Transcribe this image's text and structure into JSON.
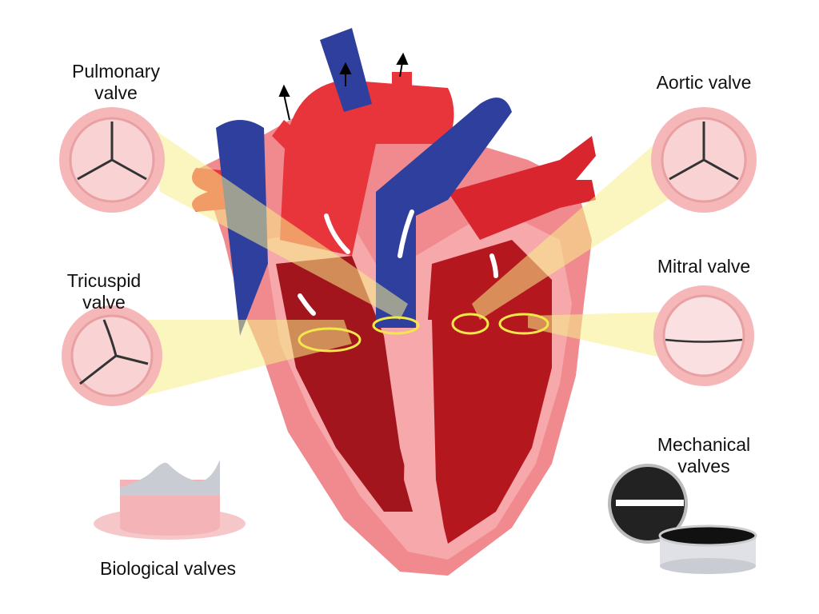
{
  "labels": {
    "pulmonary": [
      "Pulmonary",
      "valve"
    ],
    "aortic": "Aortic valve",
    "tricuspid": [
      "Tricuspid",
      "valve"
    ],
    "mitral": "Mitral valve",
    "mechanical": [
      "Mechanical",
      "valves"
    ],
    "biological": "Biological valves"
  },
  "colors": {
    "artery_red": "#e8353c",
    "vein_blue": "#2f3f9e",
    "chamber_dark": "#a3151c",
    "wall_pink": "#f4a3a6",
    "highlight_yellow": "#f7ef8a",
    "valve_ring": "#f2e84a",
    "valve_pink": "#f6c7c8"
  }
}
